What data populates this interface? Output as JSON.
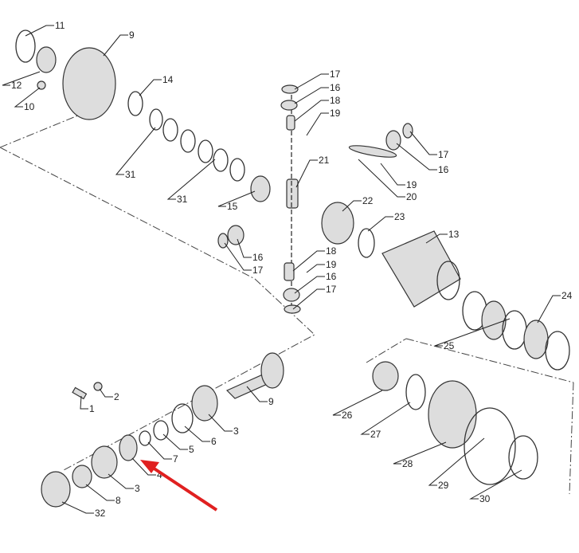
{
  "diagram": {
    "callouts": [
      "11",
      "9",
      "12",
      "10",
      "14",
      "17",
      "16",
      "18",
      "19",
      "17",
      "16",
      "21",
      "31",
      "31",
      "15",
      "22",
      "23",
      "19",
      "20",
      "13",
      "16",
      "17",
      "18",
      "19",
      "16",
      "17",
      "24",
      "25",
      "26",
      "27",
      "28",
      "29",
      "30",
      "2",
      "1",
      "9",
      "3",
      "6",
      "5",
      "7",
      "4",
      "3",
      "8",
      "32"
    ],
    "arrow_color": "#e02020"
  }
}
